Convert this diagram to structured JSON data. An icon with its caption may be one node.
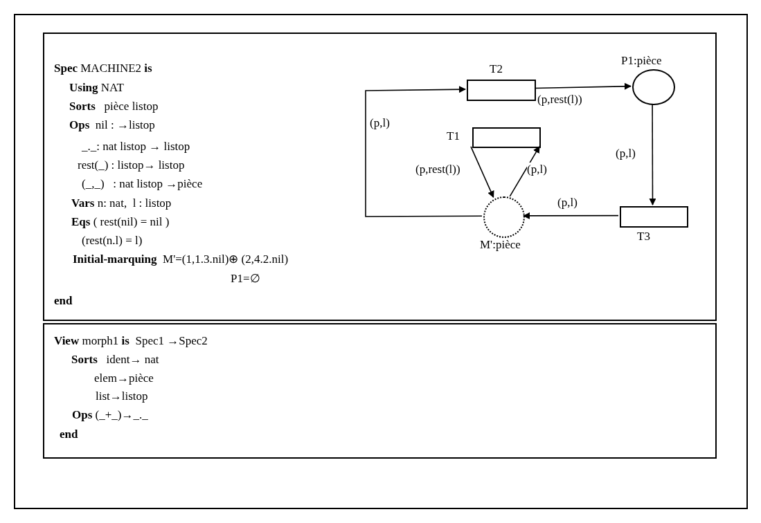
{
  "diagram": {
    "nodes": [
      {
        "text": [
          "**Spec** MACHINE2 **is**",
          "**Using** NAT",
          "**Sorts**   pièce listop",
          "**Ops**  nil : →listop",
          "_._: nat listop → listop",
          "rest(_) : listop→ listop",
          "(_,_)   : nat listop →pièce",
          "**Vars** n: nat,  l : listop",
          "**Eqs** ( rest(nil) = nil )",
          "(rest(n.l) = l)",
          "**Initial-marquing**  M'=(1,1.3.nil)⊕ (2,4.2.nil)",
          "P1=∅",
          "end"
        ]
      },
      {
        "text": [],
        "shape": "box",
        "beside": [
          "T2"
        ],
        "in": 0
      },
      {
        "text": [],
        "shape": "circle",
        "beside": [
          "P1:pièce"
        ],
        "in": 0
      },
      {
        "text": [],
        "shape": "box",
        "beside": [
          "T1"
        ],
        "in": 0
      },
      {
        "text": [],
        "shape": "circle",
        "beside": [
          "M':pièce"
        ],
        "in": 0
      },
      {
        "text": [],
        "shape": "box",
        "beside": [
          "T3"
        ],
        "in": 0
      },
      {
        "text": [
          "**View** morph1 **is**  Spec1 →Spec2",
          "**Sorts**   ident→ nat",
          "elem→pièce",
          "list→listop",
          "**Ops** (_+_)→_._",
          "end"
        ]
      }
    ],
    "edges": [
      {
        "from": 1,
        "to": 2,
        "arrow": "to",
        "label": "(p,rest(l))"
      },
      {
        "from": 2,
        "to": 5,
        "arrow": "to",
        "label": "(p,l)"
      },
      {
        "from": 5,
        "to": 4,
        "arrow": "to",
        "label": "(p,l)"
      },
      {
        "from": 4,
        "to": 1,
        "arrow": "to",
        "label": "(p,l)"
      },
      {
        "from": 3,
        "to": 4,
        "arrow": "to",
        "label": "(p,rest(l))"
      },
      {
        "from": 4,
        "to": 3,
        "arrow": "to",
        "label": "(p,l)"
      }
    ]
  }
}
